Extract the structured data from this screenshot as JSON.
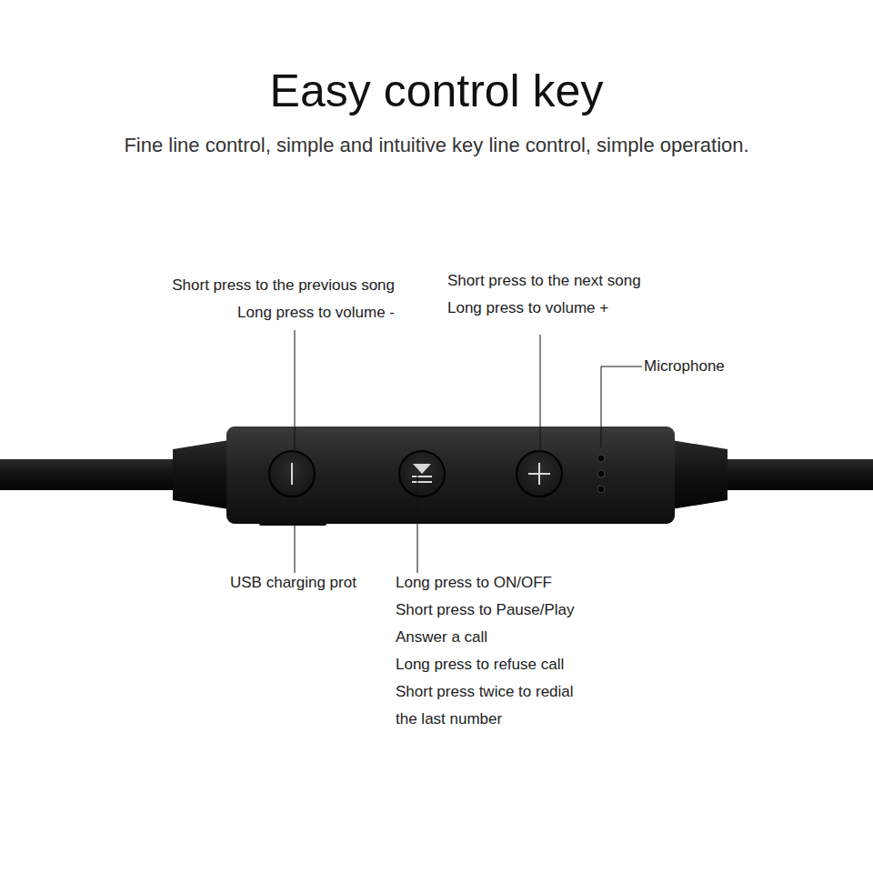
{
  "diagram": {
    "title": "Easy control key",
    "caption": "Fine line control, simple and intuitive key line control, simple operation.",
    "labels": [
      "Short press to the previous song",
      "Long press to volume -",
      "Short press to the next song",
      "Long press to volume +",
      "Microphone",
      "USB charging prot",
      "Long press to ON/OFF",
      "Short press to Pause/Play",
      "Answer a call",
      "Long press to refuse call",
      "Short press twice to redial the last number"
    ]
  }
}
